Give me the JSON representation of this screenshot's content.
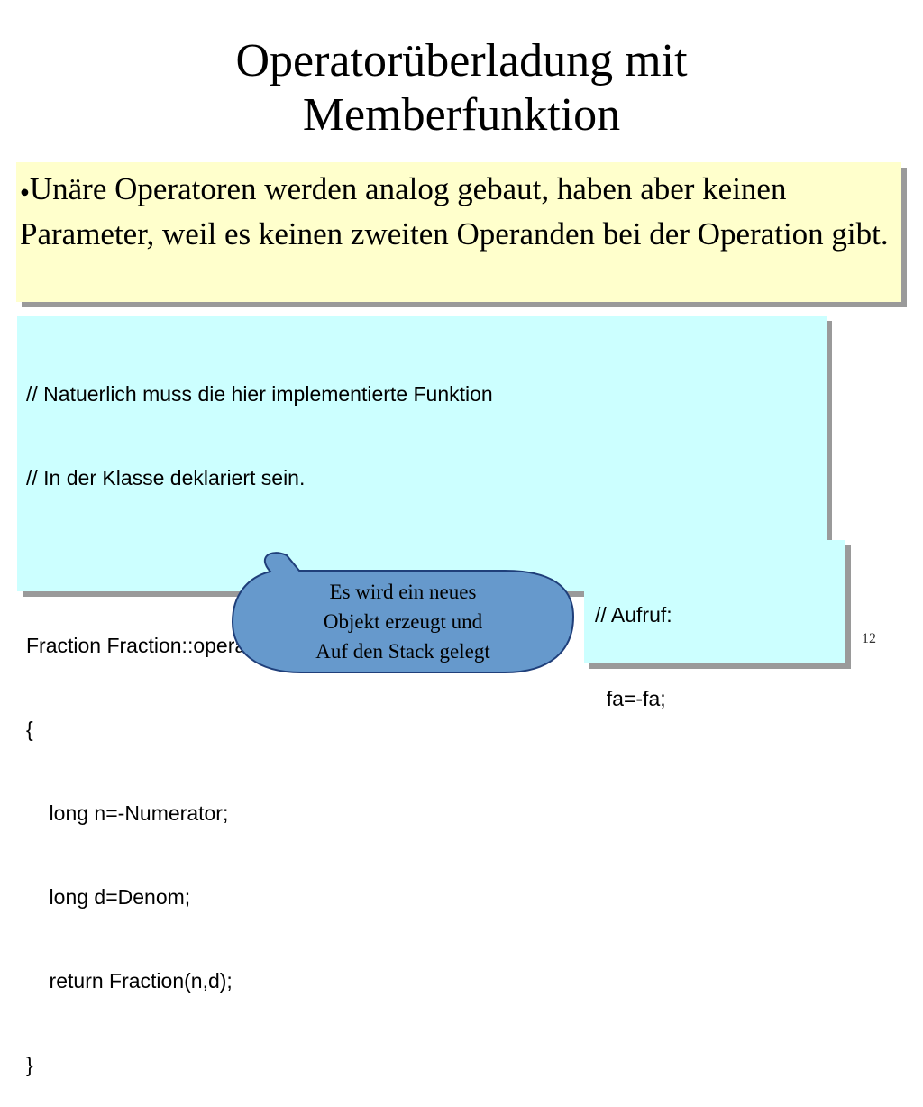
{
  "title": {
    "line1": "Operatorüberladung mit",
    "line2": "Memberfunktion"
  },
  "bullet": {
    "marker": "●",
    "text": "Unäre Operatoren werden analog gebaut, haben aber keinen Parameter, weil es keinen zweiten Operanden bei der Operation gibt."
  },
  "code": {
    "lines": [
      "// Natuerlich muss die hier implementierte Funktion",
      "// In der Klasse deklariert sein.",
      "",
      "Fraction Fraction::operator-() // negatives VZ",
      "{",
      "    long n=-Numerator;",
      "    long d=Denom;",
      "    return Fraction(n,d);",
      "}"
    ]
  },
  "call": {
    "lines": [
      "// Aufruf:",
      "  fa=-fa;"
    ]
  },
  "callout": {
    "lines": [
      "Es wird ein neues",
      "Objekt erzeugt und",
      "Auf den Stack gelegt"
    ]
  },
  "page_number": "12",
  "colors": {
    "bullet_background": "#ffffcc",
    "code_background": "#ccffff",
    "callout_fill": "#6699cc",
    "callout_stroke": "#1f3f7a",
    "shadow": "#9a9a9a"
  }
}
